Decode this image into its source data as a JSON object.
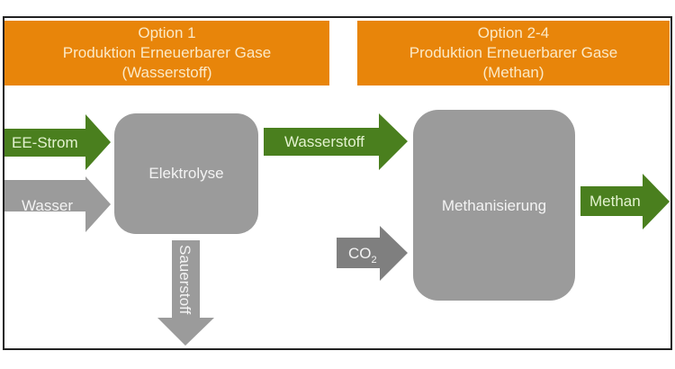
{
  "colors": {
    "orange": "#E8850A",
    "header_text": "#FBE9C6",
    "green": "#4A7F1E",
    "green_text": "#E3F2CF",
    "gray": "#9B9B9B",
    "dark_gray": "#7F7F7F",
    "light_text": "#F3F3F3"
  },
  "headers": [
    {
      "line1": "Option 1",
      "line2": "Produktion Erneuerbarer Gase",
      "line3": "(Wasserstoff)"
    },
    {
      "line1": "Option 2-4",
      "line2": "Produktion Erneuerbarer Gase",
      "line3": "(Methan)"
    }
  ],
  "processes": {
    "electrolysis": "Elektrolyse",
    "methanation": "Methanisierung"
  },
  "flows": {
    "ee_strom": "EE-Strom",
    "wasser": "Wasser",
    "sauerstoff": "Sauerstoff",
    "wasserstoff": "Wasserstoff",
    "co2_base": "CO",
    "co2_sub": "2",
    "methan": "Methan"
  }
}
